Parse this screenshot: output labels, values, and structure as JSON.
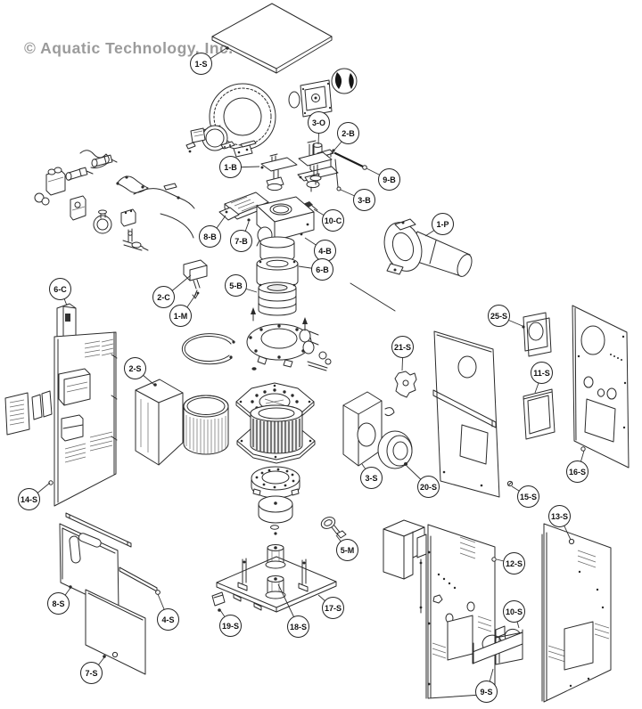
{
  "watermark": "© Aquatic Technology, Inc.",
  "diagram": {
    "callouts": [
      {
        "label": "1-S"
      },
      {
        "label": "3-O"
      },
      {
        "label": "2-B"
      },
      {
        "label": "1-B"
      },
      {
        "label": "9-B"
      },
      {
        "label": "3-B"
      },
      {
        "label": "10-C"
      },
      {
        "label": "8-B"
      },
      {
        "label": "7-B"
      },
      {
        "label": "4-B"
      },
      {
        "label": "6-B"
      },
      {
        "label": "5-B"
      },
      {
        "label": "6-C"
      },
      {
        "label": "2-C"
      },
      {
        "label": "1-M"
      },
      {
        "label": "1-P"
      },
      {
        "label": "25-S"
      },
      {
        "label": "21-S"
      },
      {
        "label": "2-S"
      },
      {
        "label": "11-S"
      },
      {
        "label": "16-S"
      },
      {
        "label": "3-S"
      },
      {
        "label": "20-S"
      },
      {
        "label": "15-S"
      },
      {
        "label": "14-S"
      },
      {
        "label": "13-S"
      },
      {
        "label": "5-M"
      },
      {
        "label": "12-S"
      },
      {
        "label": "17-S"
      },
      {
        "label": "8-S"
      },
      {
        "label": "4-S"
      },
      {
        "label": "19-S"
      },
      {
        "label": "18-S"
      },
      {
        "label": "10-S"
      },
      {
        "label": "7-S"
      },
      {
        "label": "9-S"
      }
    ]
  }
}
